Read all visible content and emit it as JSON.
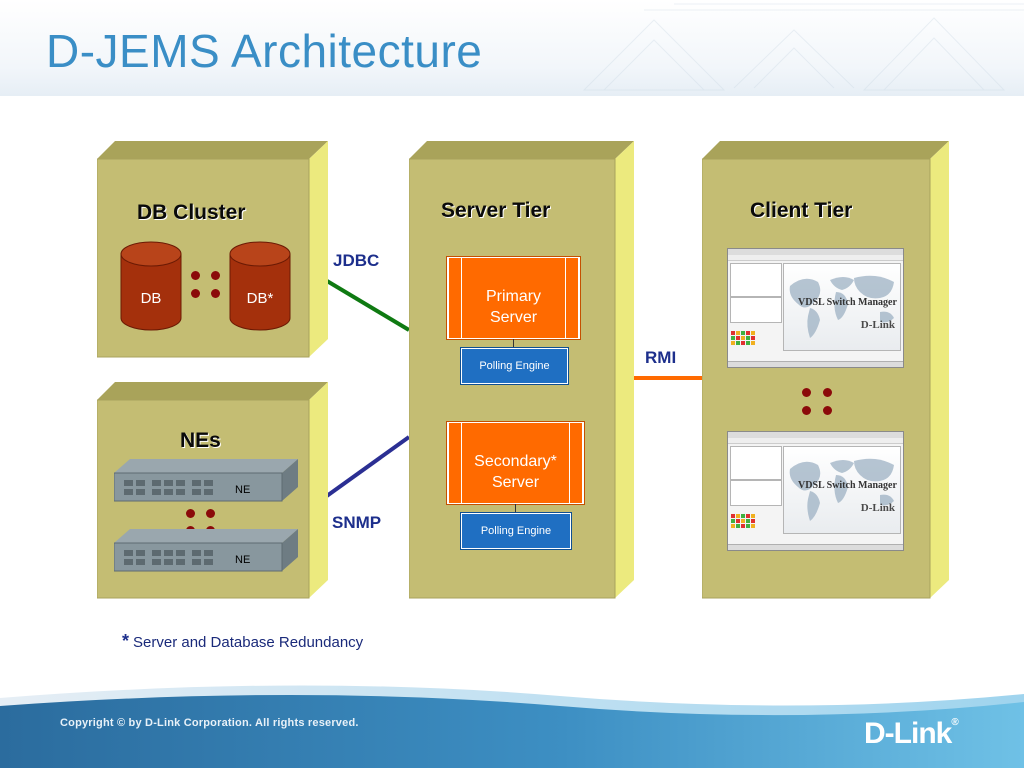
{
  "title": "D-JEMS Architecture",
  "tiers": {
    "db_cluster": {
      "title": "DB Cluster",
      "db_primary": "DB",
      "db_secondary": "DB*"
    },
    "nes": {
      "title": "NEs",
      "ne_top": "NE",
      "ne_bottom": "NE"
    },
    "server": {
      "title": "Server Tier",
      "primary": [
        "Primary",
        "Server"
      ],
      "secondary": [
        "Secondary*",
        "Server"
      ],
      "polling_top": "Polling Engine",
      "polling_bottom": "Polling Engine"
    },
    "client": {
      "title": "Client Tier",
      "screenshot_top": {
        "product": "VDSL Switch Manager",
        "logo": "D-Link"
      },
      "screenshot_bottom": {
        "product": "VDSL Switch Manager",
        "logo": "D-Link"
      }
    }
  },
  "connections": {
    "jdbc": "JDBC",
    "snmp": "SNMP",
    "rmi": "RMI"
  },
  "footnote": {
    "star": "*",
    "text": "Server and Database Redundancy"
  },
  "footer": {
    "copyright": "Copyright © by D-Link Corporation. All rights reserved.",
    "logo": "D-Link",
    "logo_mark": "®"
  },
  "colors": {
    "title": "#3a8ec6",
    "box_face": "#c4bd73",
    "server_box": "#ff6a00",
    "polling_engine": "#1f6fc2",
    "jdbc_line": "#0f7a12",
    "snmp_line": "#2b2f93",
    "rmi_line": "#ff6a00",
    "database": "#a4300c",
    "ellipsis_dots": "#8b0a0a"
  },
  "icons": [
    "database-icon",
    "network-switch-icon",
    "app-window-thumbnail",
    "ellipsis-dots"
  ]
}
